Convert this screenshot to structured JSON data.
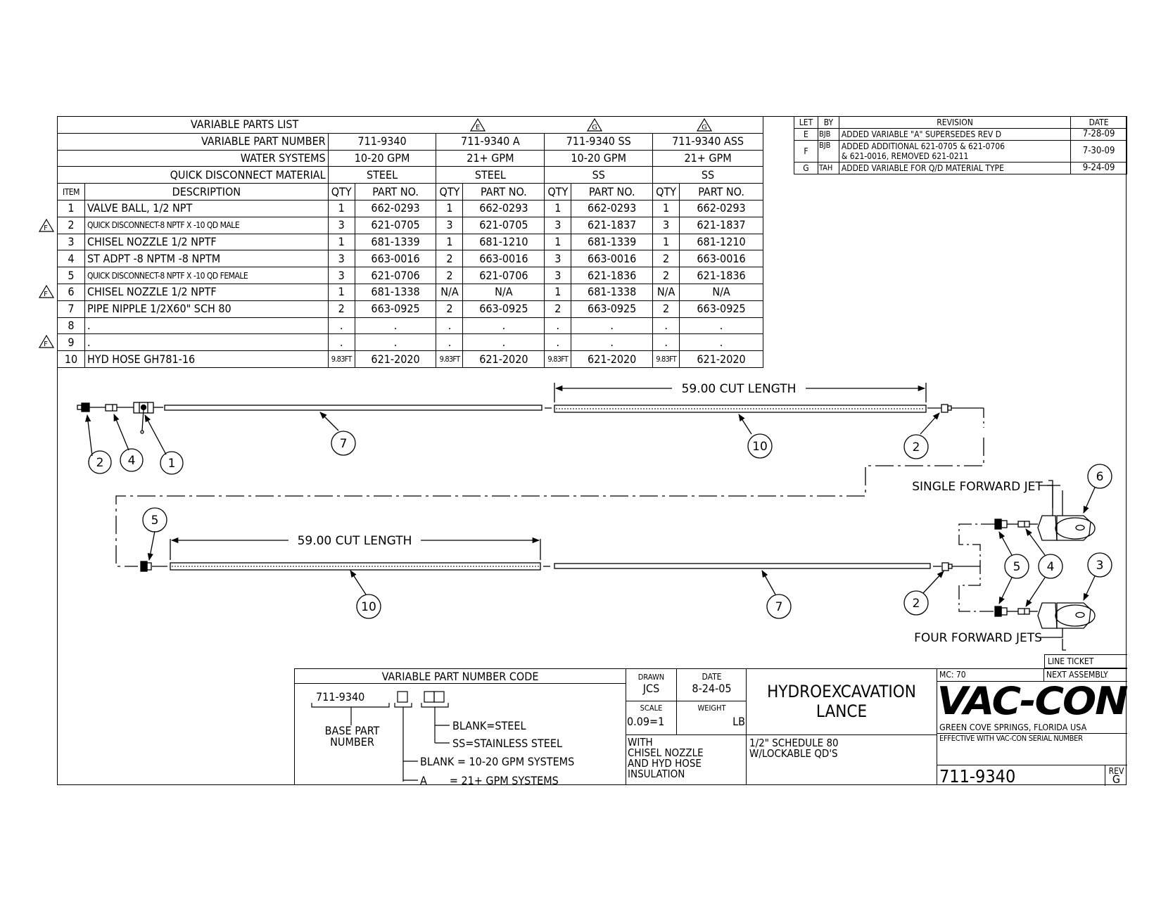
{
  "parts_list": {
    "title": "VARIABLE PARTS LIST",
    "rev_markers": [
      "E",
      "G",
      "G"
    ],
    "header_rows": [
      {
        "label": "VARIABLE PART NUMBER",
        "values": [
          "711-9340",
          "711-9340 A",
          "711-9340 SS",
          "711-9340 ASS"
        ]
      },
      {
        "label": "WATER SYSTEMS",
        "values": [
          "10-20 GPM",
          "21+ GPM",
          "10-20 GPM",
          "21+ GPM"
        ]
      },
      {
        "label": "QUICK DISCONNECT MATERIAL",
        "values": [
          "STEEL",
          "STEEL",
          "SS",
          "SS"
        ]
      }
    ],
    "columns": {
      "item": "ITEM",
      "description": "DESCRIPTION",
      "qty": "QTY",
      "part_no": "PART NO."
    },
    "rows": [
      {
        "item": "1",
        "rev": "",
        "description": "VALVE BALL, 1/2 NPT",
        "cells": [
          [
            "1",
            "662-0293"
          ],
          [
            "1",
            "662-0293"
          ],
          [
            "1",
            "662-0293"
          ],
          [
            "1",
            "662-0293"
          ]
        ]
      },
      {
        "item": "2",
        "rev": "F",
        "description": "QUICK DISCONNECT-8 NPTF X -10 QD MALE",
        "cells": [
          [
            "3",
            "621-0705"
          ],
          [
            "3",
            "621-0705"
          ],
          [
            "3",
            "621-1837"
          ],
          [
            "3",
            "621-1837"
          ]
        ]
      },
      {
        "item": "3",
        "rev": "",
        "description": "CHISEL NOZZLE 1/2 NPTF",
        "cells": [
          [
            "1",
            "681-1339"
          ],
          [
            "1",
            "681-1210"
          ],
          [
            "1",
            "681-1339"
          ],
          [
            "1",
            "681-1210"
          ]
        ]
      },
      {
        "item": "4",
        "rev": "",
        "description": "ST ADPT -8 NPTM -8 NPTM",
        "cells": [
          [
            "3",
            "663-0016"
          ],
          [
            "2",
            "663-0016"
          ],
          [
            "3",
            "663-0016"
          ],
          [
            "2",
            "663-0016"
          ]
        ]
      },
      {
        "item": "5",
        "rev": "",
        "description": "QUICK DISCONNECT-8 NPTF X -10 QD FEMALE",
        "cells": [
          [
            "3",
            "621-0706"
          ],
          [
            "2",
            "621-0706"
          ],
          [
            "3",
            "621-1836"
          ],
          [
            "2",
            "621-1836"
          ]
        ]
      },
      {
        "item": "6",
        "rev": "F",
        "description": "CHISEL NOZZLE 1/2 NPTF",
        "cells": [
          [
            "1",
            "681-1338"
          ],
          [
            "N/A",
            "N/A"
          ],
          [
            "1",
            "681-1338"
          ],
          [
            "N/A",
            "N/A"
          ]
        ]
      },
      {
        "item": "7",
        "rev": "",
        "description": "PIPE NIPPLE 1/2X60\" SCH 80",
        "cells": [
          [
            "2",
            "663-0925"
          ],
          [
            "2",
            "663-0925"
          ],
          [
            "2",
            "663-0925"
          ],
          [
            "2",
            "663-0925"
          ]
        ]
      },
      {
        "item": "8",
        "rev": "",
        "description": ".",
        "cells": [
          [
            ".",
            "."
          ],
          [
            ".",
            "."
          ],
          [
            ".",
            "."
          ],
          [
            ".",
            "."
          ]
        ]
      },
      {
        "item": "9",
        "rev": "F",
        "description": ".",
        "cells": [
          [
            ".",
            "."
          ],
          [
            ".",
            "."
          ],
          [
            ".",
            "."
          ],
          [
            ".",
            "."
          ]
        ]
      },
      {
        "item": "10",
        "rev": "",
        "description": "HYD HOSE GH781-16",
        "cells": [
          [
            "9.83FT",
            "621-2020"
          ],
          [
            "9.83FT",
            "621-2020"
          ],
          [
            "9.83FT",
            "621-2020"
          ],
          [
            "9.83FT",
            "621-2020"
          ]
        ]
      }
    ]
  },
  "revisions": {
    "headers": {
      "let": "LET",
      "by": "BY",
      "revision": "REVISION",
      "date": "DATE"
    },
    "rows": [
      {
        "let": "E",
        "by": "BJB",
        "revision": "ADDED VARIABLE \"A\" SUPERSEDES REV D",
        "revision2": "",
        "date": "7-28-09"
      },
      {
        "let": "F",
        "by": "BJB",
        "revision": "ADDED ADDITIONAL 621-0705 & 621-0706",
        "revision2": "& 621-0016,  REMOVED 621-0211",
        "date": "7-30-09"
      },
      {
        "let": "G",
        "by": "TAH",
        "revision": "ADDED VARIABLE FOR Q/D MATERIAL TYPE",
        "revision2": "",
        "date": "9-24-09"
      }
    ]
  },
  "drawing": {
    "cut_length_label": "59.00 CUT LENGTH",
    "single_jet_label": "SINGLE FORWARD JET",
    "four_jets_label": "FOUR FORWARD JETS",
    "balloons": [
      "2",
      "4",
      "1",
      "7",
      "10",
      "2",
      "6",
      "5",
      "10",
      "7",
      "2",
      "5",
      "4",
      "3"
    ]
  },
  "part_number_code": {
    "title": "VARIABLE PART NUMBER CODE",
    "base": "711-9340",
    "base_label_1": "BASE PART",
    "base_label_2": "NUMBER",
    "mat_blank": "BLANK=STEEL",
    "mat_ss": "SS=STAINLESS STEEL",
    "gpm_blank": "BLANK = 10-20 GPM SYSTEMS",
    "gpm_a": "A       = 21+ GPM SYSTEMS"
  },
  "title_block": {
    "drawn_label": "DRAWN",
    "drawn_value": "JCS",
    "date_label": "DATE",
    "date_value": "8-24-05",
    "scale_label": "SCALE",
    "scale_value": "0.09=1",
    "weight_label": "WEIGHT",
    "weight_value": "LB",
    "title_1": "HYDROEXCAVATION",
    "title_2": "LANCE",
    "notes_1": "WITH",
    "notes_2": "CHISEL NOZZLE",
    "notes_3": "AND HYD HOSE",
    "notes_4": "INSULATION",
    "subtitle_1": "1/2\" SCHEDULE 80",
    "subtitle_2": "W/LOCKABLE QD'S",
    "line_ticket": "LINE TICKET",
    "mc": "MC: 70",
    "next_assembly": "NEXT ASSEMBLY",
    "company": "VAC-CON",
    "location": "GREEN COVE SPRINGS, FLORIDA USA",
    "effective": "EFFECTIVE WITH VAC-CON SERIAL NUMBER",
    "drawing_number": "711-9340",
    "rev_label": "REV",
    "rev_value": "G"
  }
}
